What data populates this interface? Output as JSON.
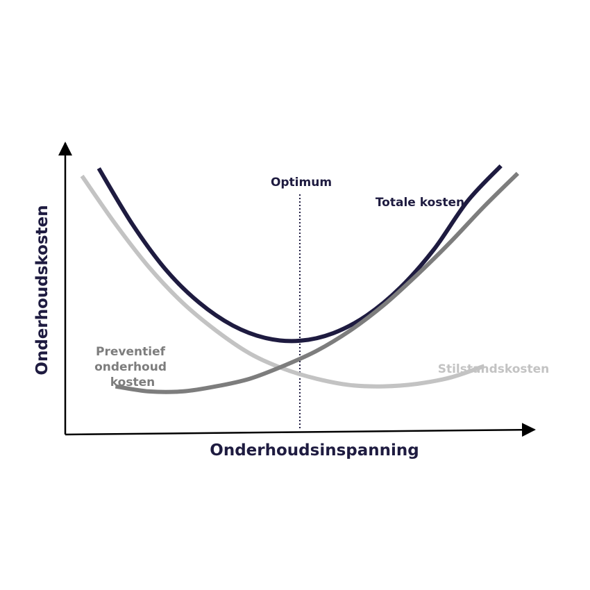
{
  "chart_data": {
    "type": "line",
    "xlabel": "Onderhoudsinspanning",
    "ylabel": "Onderhoudskosten",
    "optimum_label": "Optimum",
    "optimum_x": 4,
    "xlim": [
      -3,
      11
    ],
    "ylim": [
      -1.5,
      10
    ],
    "grid": false,
    "series": [
      {
        "name": "Totale kosten",
        "color": "#1e1b40",
        "x": [
          -2,
          -1,
          0,
          1,
          2,
          3,
          4,
          5,
          6,
          7,
          8,
          9,
          10
        ],
        "y": [
          9.0,
          6.8,
          5.0,
          3.7,
          2.8,
          2.3,
          2.2,
          2.5,
          3.2,
          4.3,
          5.8,
          7.7,
          9.1
        ]
      },
      {
        "name": "Stilstandskosten",
        "color": "#c3c3c3",
        "x": [
          -2.5,
          -1.5,
          -0.5,
          0.5,
          1.5,
          2.5,
          3.5,
          4.5,
          5.5,
          6.5,
          7.5,
          8.5,
          9.5
        ],
        "y": [
          8.7,
          6.8,
          5.1,
          3.7,
          2.6,
          1.7,
          1.1,
          0.7,
          0.45,
          0.4,
          0.5,
          0.75,
          1.2
        ]
      },
      {
        "name": "Preventief onderhoud kosten",
        "name_lines": [
          "Preventief",
          "onderhoud",
          "kosten"
        ],
        "color": "#7d7d7d",
        "x": [
          -1.5,
          -0.5,
          0.5,
          1.5,
          2.5,
          3.5,
          4.5,
          5.5,
          6.5,
          7.5,
          8.5,
          9.5,
          10.5
        ],
        "y": [
          0.4,
          0.2,
          0.2,
          0.4,
          0.7,
          1.2,
          1.8,
          2.6,
          3.6,
          4.8,
          6.1,
          7.5,
          8.8
        ]
      }
    ]
  }
}
